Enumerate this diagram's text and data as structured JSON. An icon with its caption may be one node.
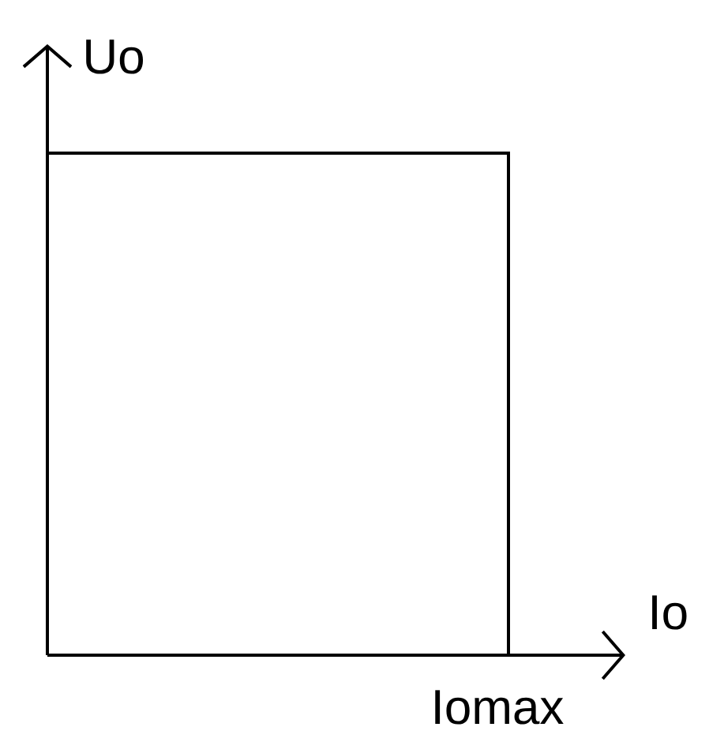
{
  "diagram": {
    "labels": [
      "Uo",
      "Io",
      "Iomax"
    ]
  }
}
